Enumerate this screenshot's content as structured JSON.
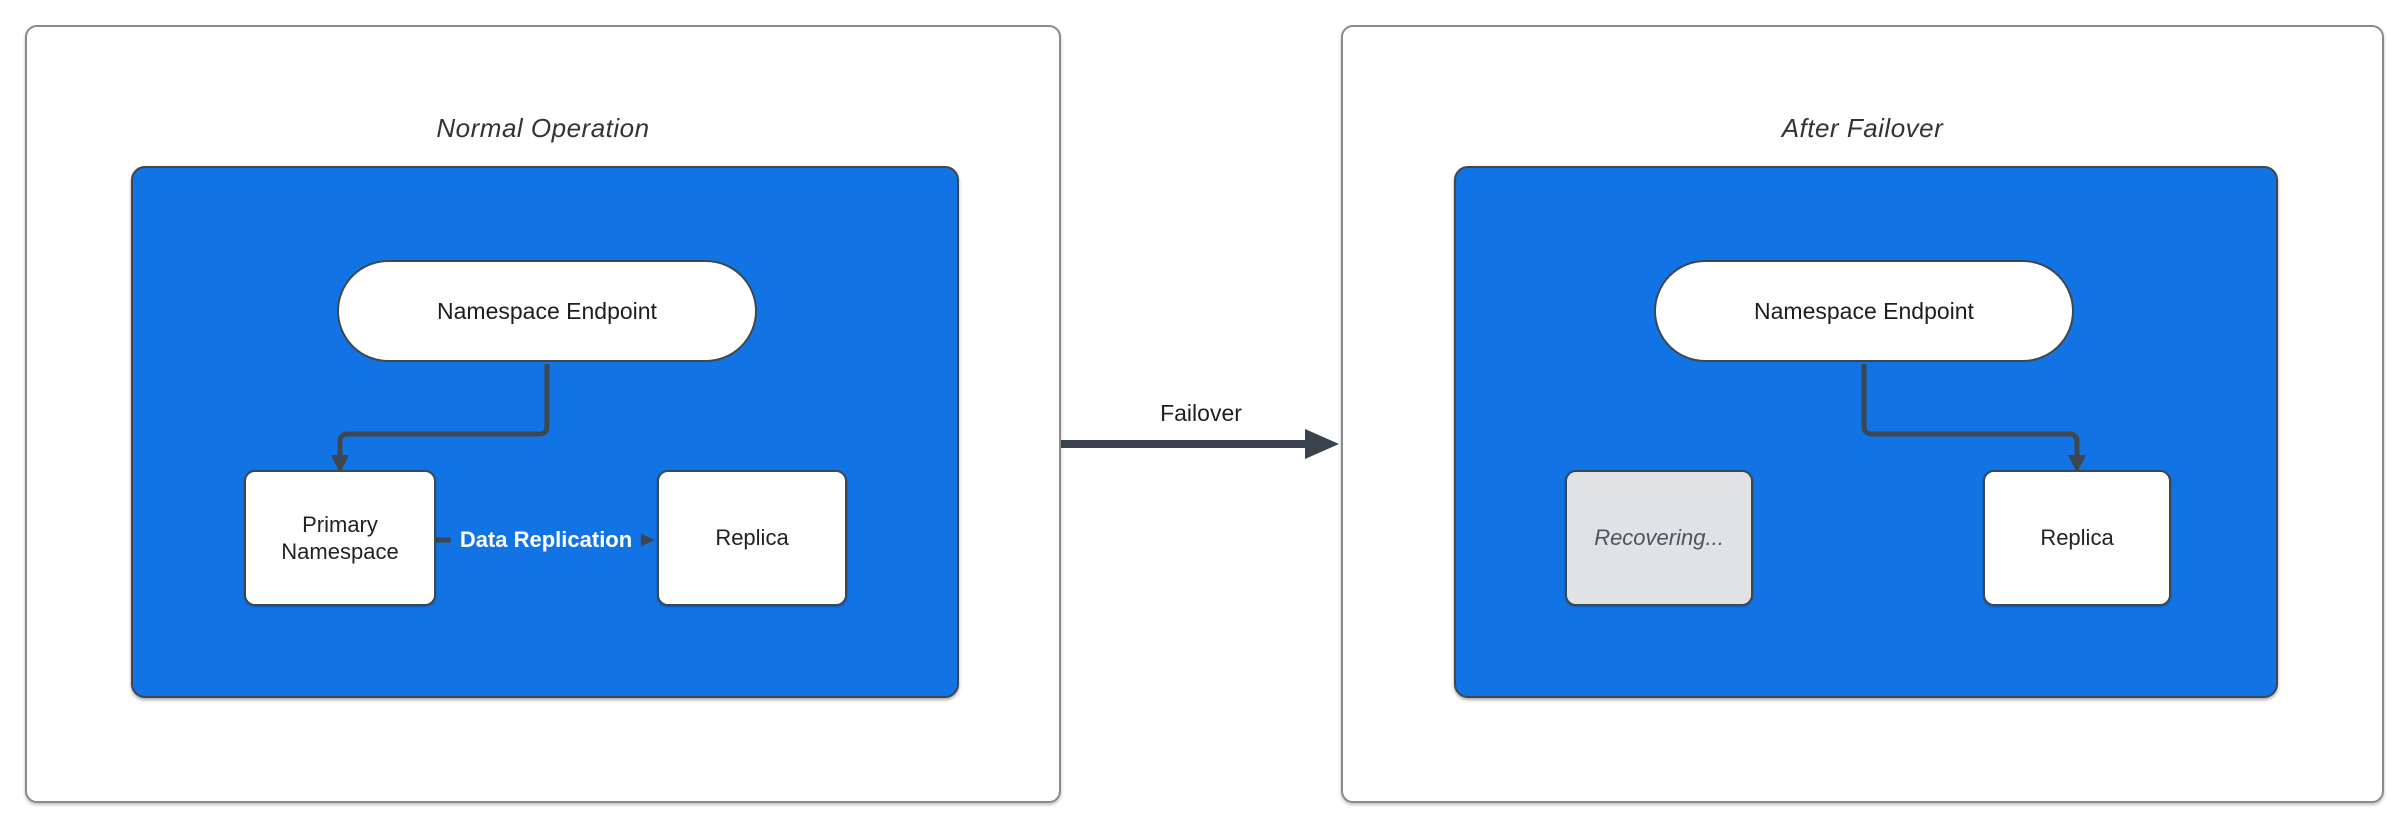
{
  "colors": {
    "blue": "#1274E4",
    "stroke": "#3E464E",
    "panel_border": "#8A8A8A",
    "recovering_fill": "#E1E2E6",
    "recovering_text": "#4D545C"
  },
  "panels": [
    {
      "title": "Normal Operation",
      "endpoint": "Namespace Endpoint",
      "primary": "Primary Namespace",
      "replica": "Replica",
      "replication_label": "Data Replication"
    },
    {
      "title": "After Failover",
      "endpoint": "Namespace Endpoint",
      "recovering": "Recovering...",
      "replica": "Replica"
    }
  ],
  "failover": {
    "label": "Failover"
  }
}
